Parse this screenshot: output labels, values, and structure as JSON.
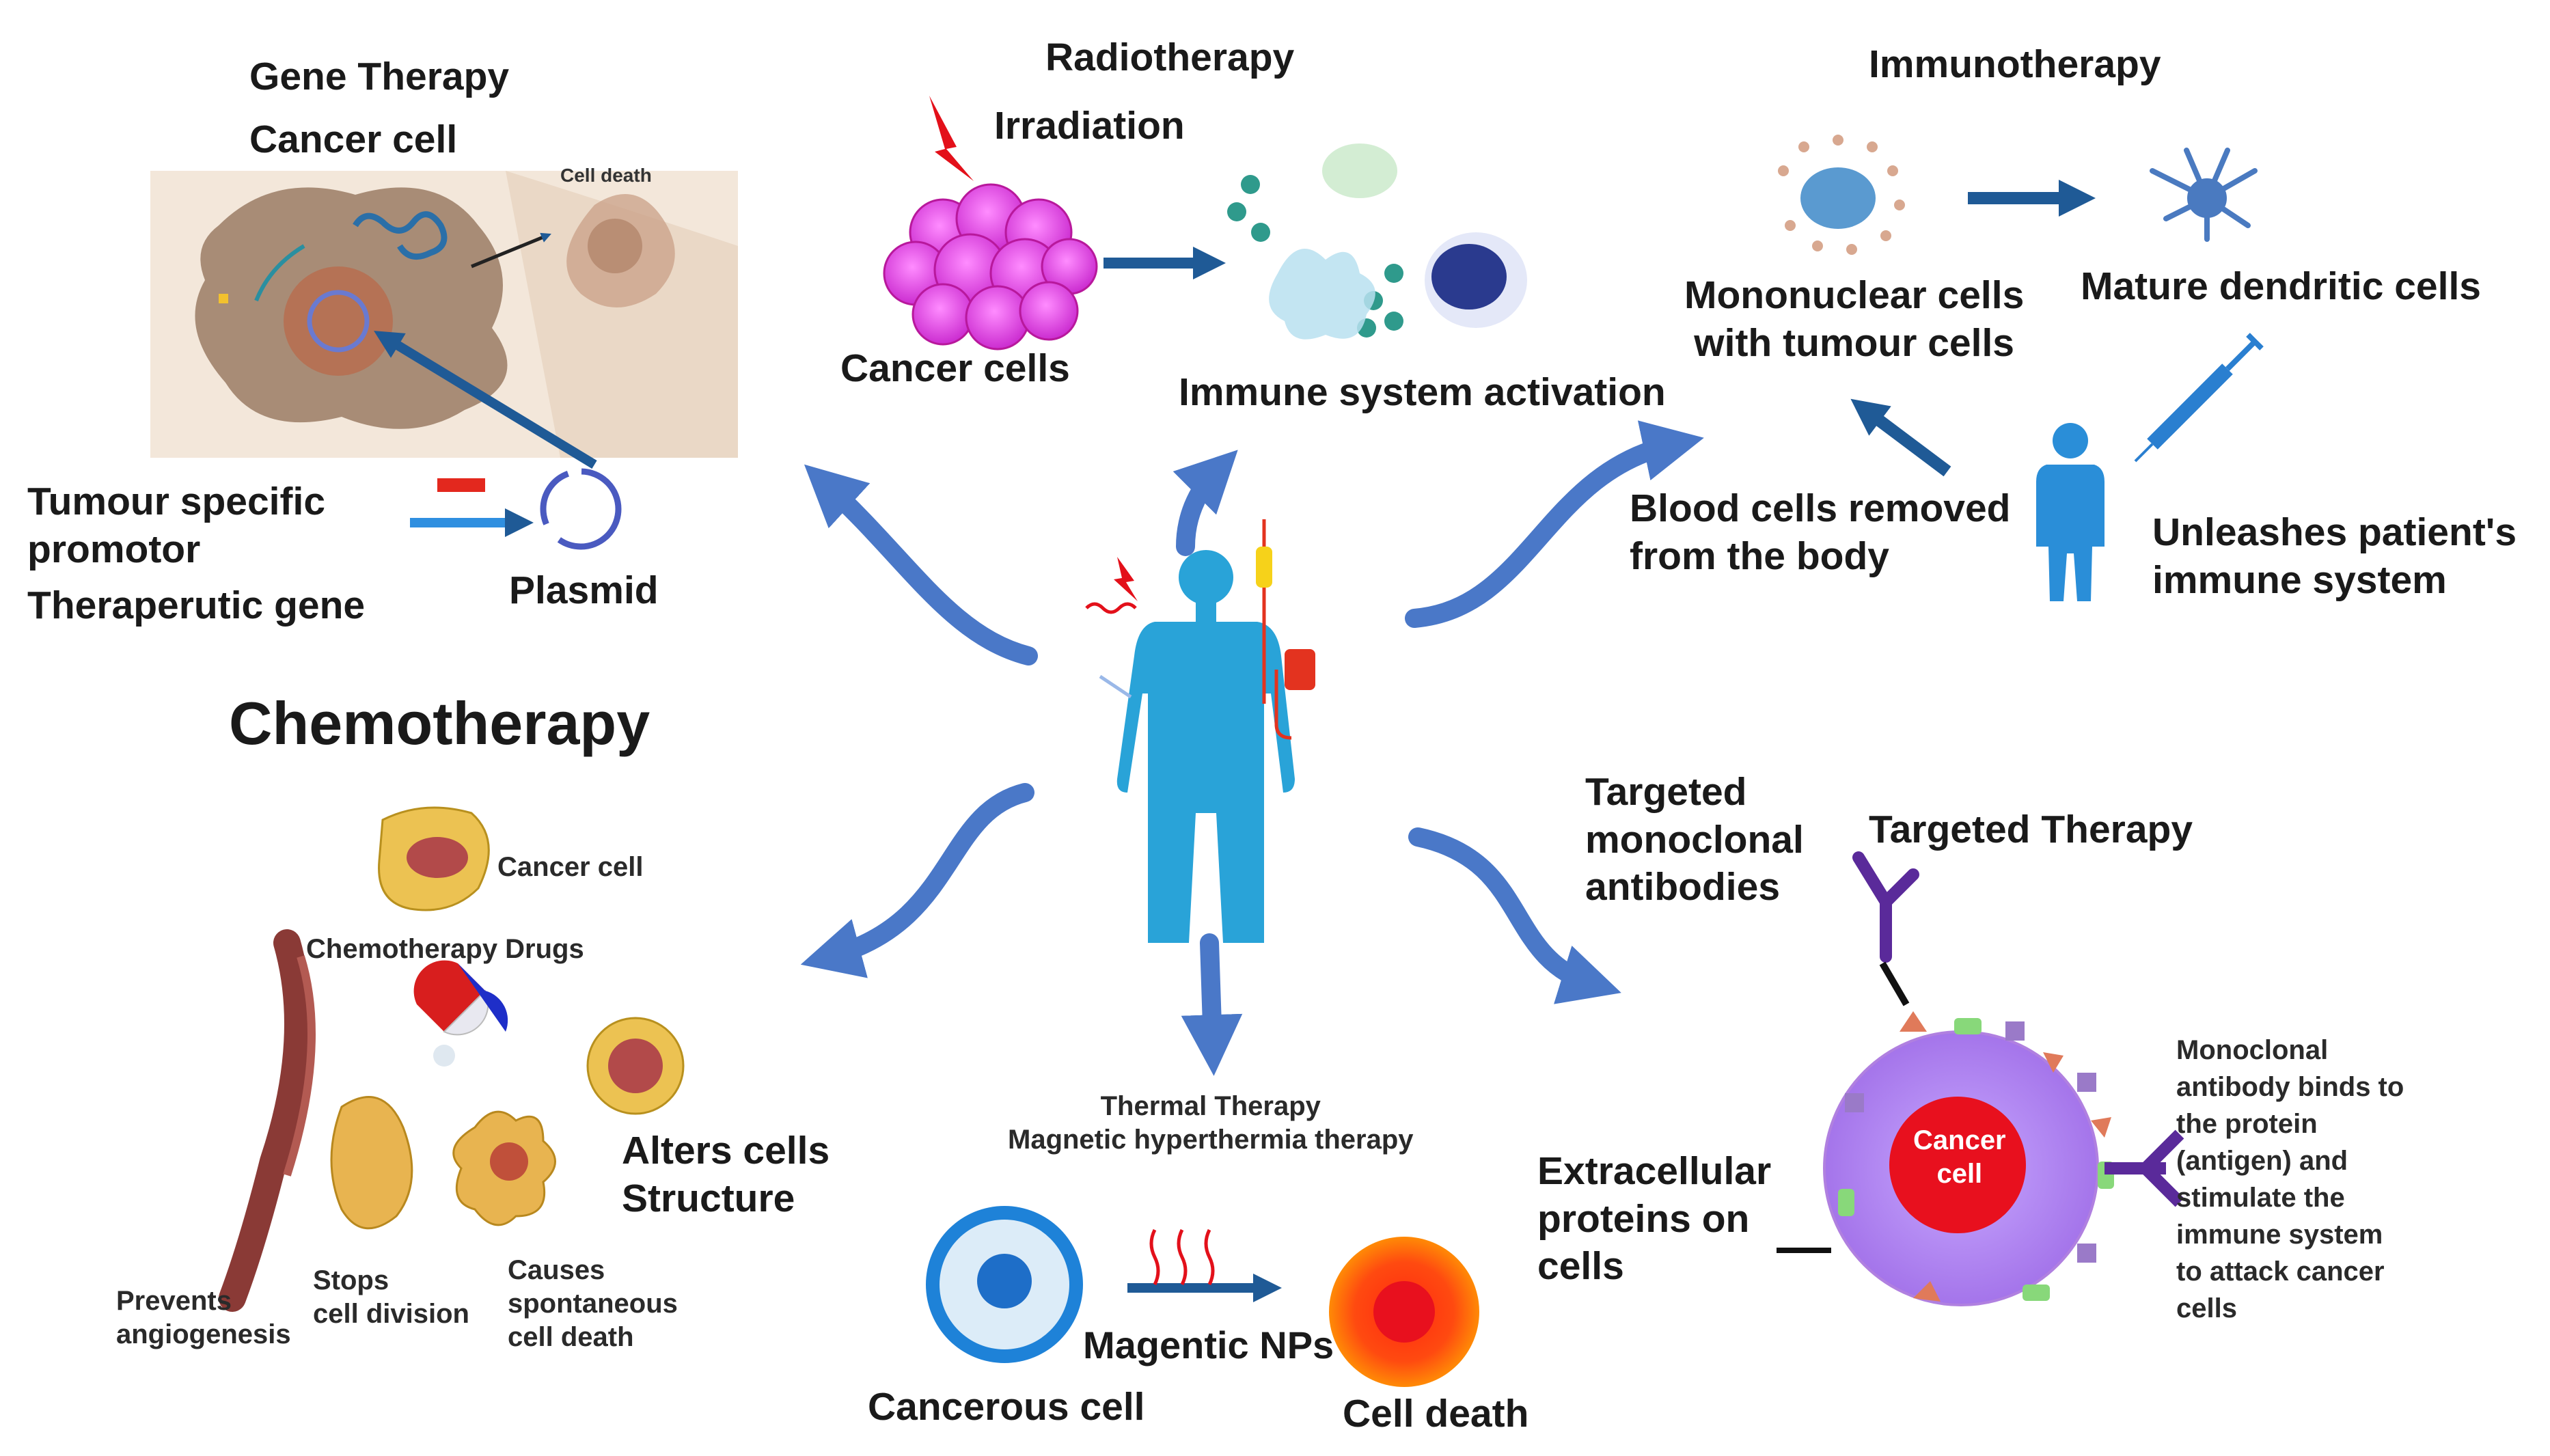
{
  "sections": {
    "gene_therapy": {
      "title": "Gene Therapy",
      "cancer_cell": "Cancer cell",
      "cell_death": "Cell death",
      "tumour_specific_promotor": "Tumour specific\npromotor",
      "therapeutic_gene": "Theraperutic gene",
      "plasmid": "Plasmid"
    },
    "radiotherapy": {
      "title": "Radiotherapy",
      "irradiation": "Irradiation",
      "cancer_cells": "Cancer cells",
      "immune_activation": "Immune system activation"
    },
    "immunotherapy": {
      "title": "Immunotherapy",
      "mononuclear": "Mononuclear cells\nwith tumour cells",
      "mature_dendritic": "Mature dendritic cells",
      "blood_cells_removed": "Blood cells removed\nfrom the body",
      "unleashes": "Unleashes patient's\nimmune system"
    },
    "chemotherapy": {
      "title": "Chemotherapy",
      "cancer_cell": "Cancer cell",
      "drugs": "Chemotherapy Drugs",
      "alters": "Alters cells\nStructure",
      "prevents": "Prevents\nangiogenesis",
      "stops": "Stops\ncell division",
      "causes": "Causes\nspontaneous\ncell death"
    },
    "thermal_therapy": {
      "title": "Thermal Therapy\nMagnetic hyperthermia therapy",
      "cancerous_cell": "Cancerous cell",
      "magnetic_nps": "Magentic NPs",
      "cell_death": "Cell death"
    },
    "targeted_therapy": {
      "title": "Targeted Therapy",
      "antibodies": "Targeted\nmonoclonal\nantibodies",
      "extracellular": "Extracellular\nproteins on\n cells",
      "cancer_cell": "Cancer\ncell",
      "binds": "Monoclonal\nantibody binds to\nthe protein\n(antigen) and\nstimulate the\nimmune system\nto attack cancer\ncells"
    }
  },
  "colors": {
    "arrow": "#4a78c8",
    "dark_arrow": "#1f5a96",
    "body": "#29a3d8",
    "cancer_pink": "#e040e0",
    "targeted_cell": "#a070e8",
    "red_core": "#e8101e",
    "antibody": "#5a2a9a"
  }
}
